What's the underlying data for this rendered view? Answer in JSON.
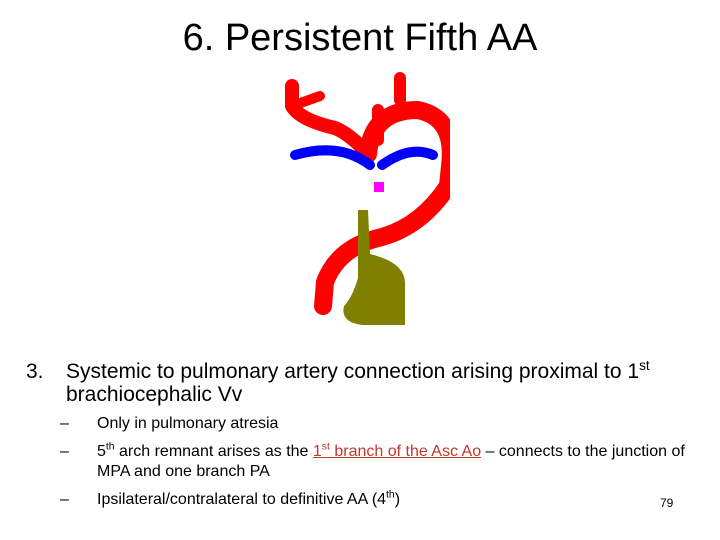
{
  "slide": {
    "title": "6. Persistent Fifth AA",
    "page_number": "79"
  },
  "point": {
    "number": "3.",
    "text_a": "Systemic to pulmonary artery connection arising proximal to 1",
    "sup": "st",
    "text_b": " brachiocephalic Vv"
  },
  "subpoints": [
    {
      "dash": "–",
      "text": "Only in pulmonary atresia"
    },
    {
      "dash": "–",
      "pre": "5",
      "pre_sup": "th",
      "mid": " arch remnant arises as the ",
      "link_a": "1",
      "link_sup": "st",
      "link_b": " branch of the Asc Ao",
      "post": " – connects to the junction of MPA and one branch PA"
    },
    {
      "dash": "–",
      "pre": "Ipsilateral/contralateral to definitive AA (4",
      "sup": "th",
      "post": ")"
    }
  ],
  "colors": {
    "aorta": "#ff0000",
    "pulmonary": "#0000ff",
    "heart": "#808000",
    "remnant": "#ff00ff"
  }
}
